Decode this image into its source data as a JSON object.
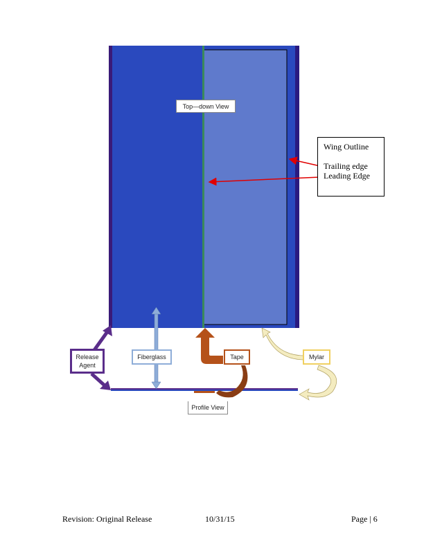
{
  "diagram": {
    "top_view_label": "Top—down View",
    "profile_view_label": "Profile View",
    "callout": {
      "wing_outline": "Wing Outline",
      "trailing_edge": "Trailing edge",
      "leading_edge": "Leading Edge"
    },
    "layers": {
      "release_agent": "Release Agent",
      "fiberglass": "Fiberglass",
      "tape": "Tape",
      "mylar": "Mylar"
    },
    "colors": {
      "fiberglass_dark": "#2a49be",
      "wing_light": "#5f7acc",
      "release_agent": "#5a2d8a",
      "fiberglass_label": "#8eadd8",
      "tape": "#b5521a",
      "mylar": "#f0d060",
      "arrow_red": "#e00000"
    }
  },
  "footer": {
    "revision": "Revision: Original Release",
    "date": "10/31/15",
    "page": "Page | 6"
  }
}
